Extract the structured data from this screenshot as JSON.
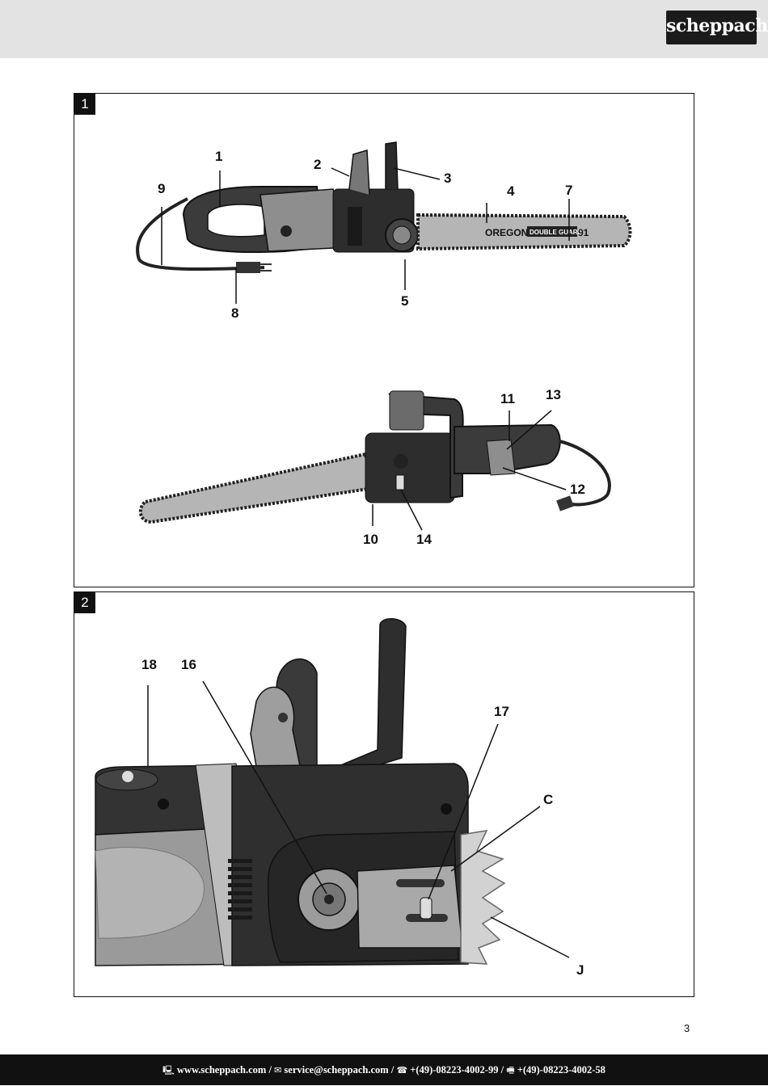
{
  "brand": {
    "logo_text": "scheppach"
  },
  "figures": [
    {
      "number": "1",
      "callouts": [
        "1",
        "2",
        "3",
        "4",
        "5",
        "7",
        "8",
        "9",
        "10",
        "11",
        "12",
        "13",
        "14"
      ],
      "bar_text": {
        "brand": "OREGON",
        "model": "DOUBLE GUARD",
        "number": "91"
      }
    },
    {
      "number": "2",
      "callouts": [
        "16",
        "17",
        "18",
        "C",
        "J"
      ]
    }
  ],
  "page_number": "3",
  "footer": {
    "web_icon": "computer-icon",
    "website": "www.scheppach.com",
    "mail_icon": "envelope-icon",
    "email": "service@scheppach.com",
    "phone_icon": "telephone-icon",
    "phone": "+(49)-08223-4002-99",
    "fax_icon": "fax-icon",
    "fax": "+(49)-08223-4002-58",
    "separator": "/"
  },
  "colors": {
    "header_bg": "#e3e3e3",
    "footer_bg": "#111111",
    "logo_bg": "#1b1b1b"
  }
}
